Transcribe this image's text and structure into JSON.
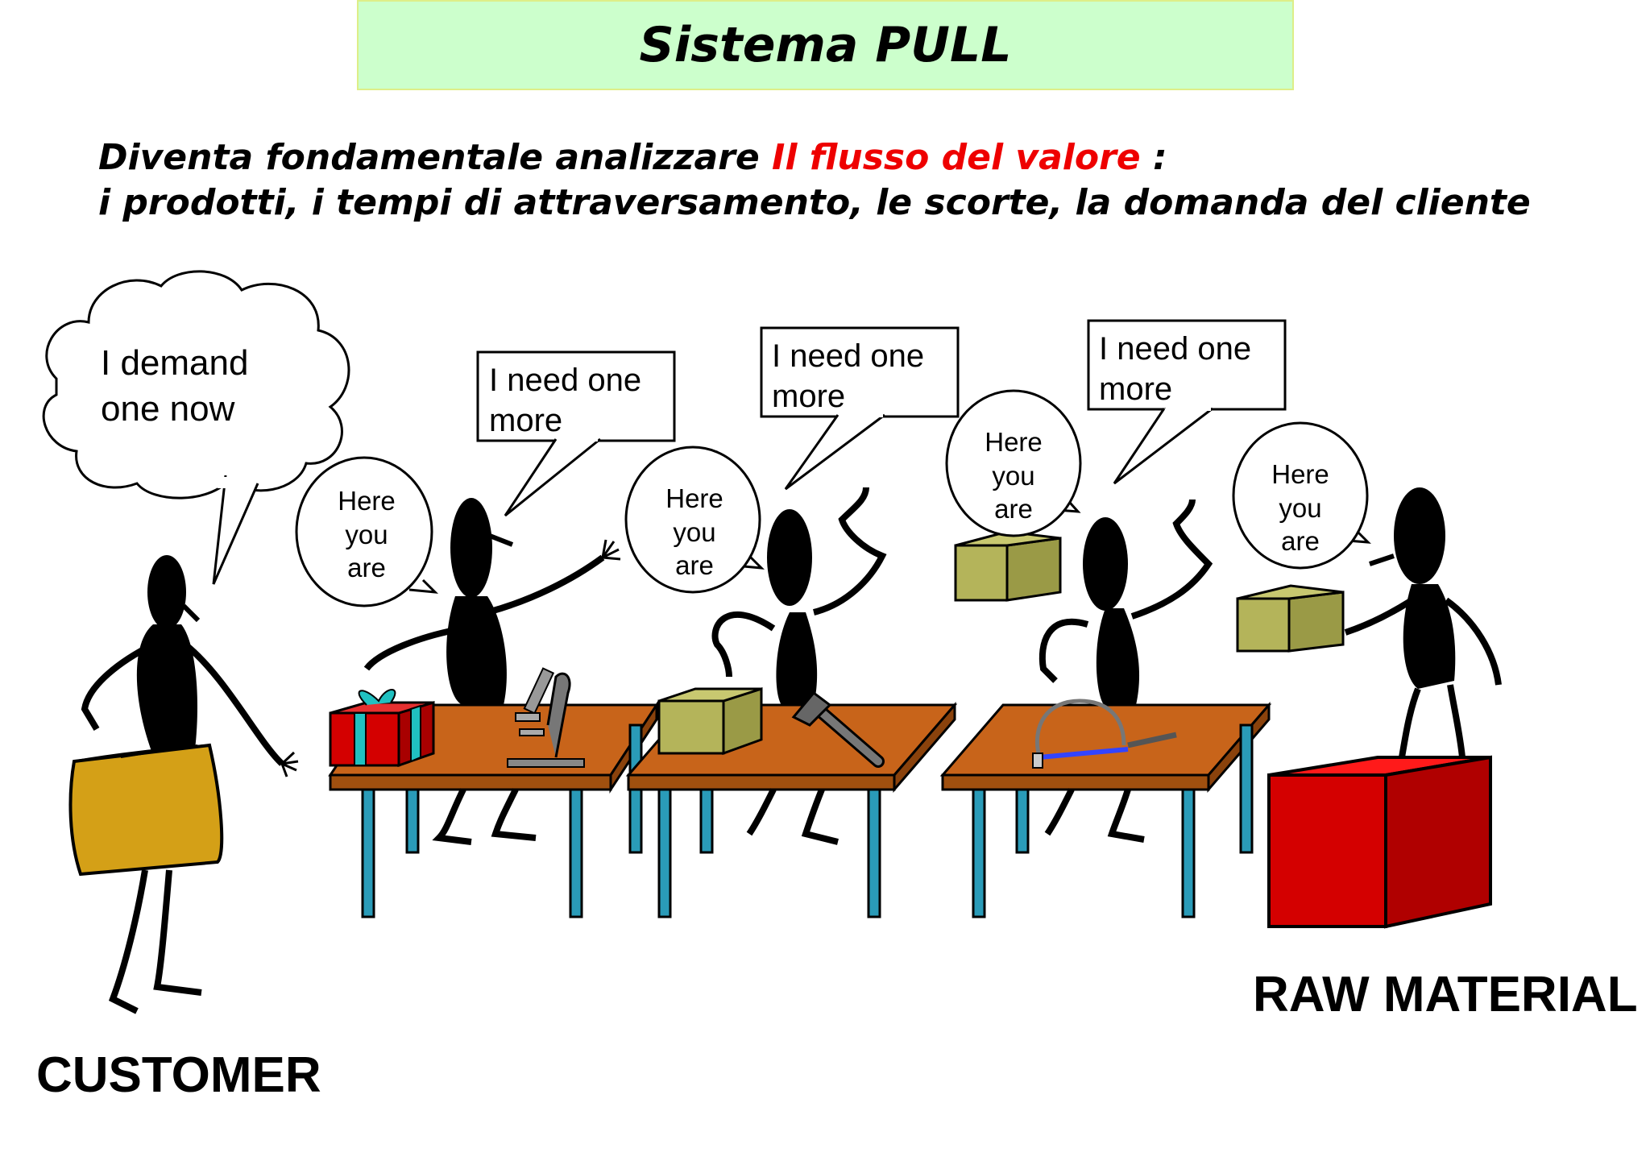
{
  "title": "Sistema PULL",
  "subtitle": {
    "line1_black": "Diventa fondamentale analizzare ",
    "line1_red": "Il flusso del valore",
    "line1_tail": " :",
    "line2": "i prodotti, i tempi di attraversamento, le scorte, la domanda del cliente"
  },
  "bubbles": {
    "customer": {
      "line1": "I demand",
      "line2": "one now"
    },
    "need1": {
      "line1": "I need one",
      "line2": "more"
    },
    "need2": {
      "line1": "I need one",
      "line2": "more"
    },
    "need3": {
      "line1": "I need one",
      "line2": "more"
    },
    "here1": {
      "line1": "Here",
      "line2": "you",
      "line3": "are"
    },
    "here2": {
      "line1": "Here",
      "line2": "you",
      "line3": "are"
    },
    "here3": {
      "line1": "Here",
      "line2": "you",
      "line3": "are"
    },
    "here4": {
      "line1": "Here",
      "line2": "you",
      "line3": "are"
    }
  },
  "labels": {
    "customer": "CUSTOMER",
    "raw_material": "RAW MATERIAL"
  },
  "colors": {
    "title_bg": "#ccffcc",
    "accent_red": "#ee0000",
    "table_top": "#c8641a",
    "table_leg": "#2a9bb8",
    "box_green": "#b4b45a",
    "raw_red": "#d40000",
    "customer_box": "#d4a017"
  }
}
